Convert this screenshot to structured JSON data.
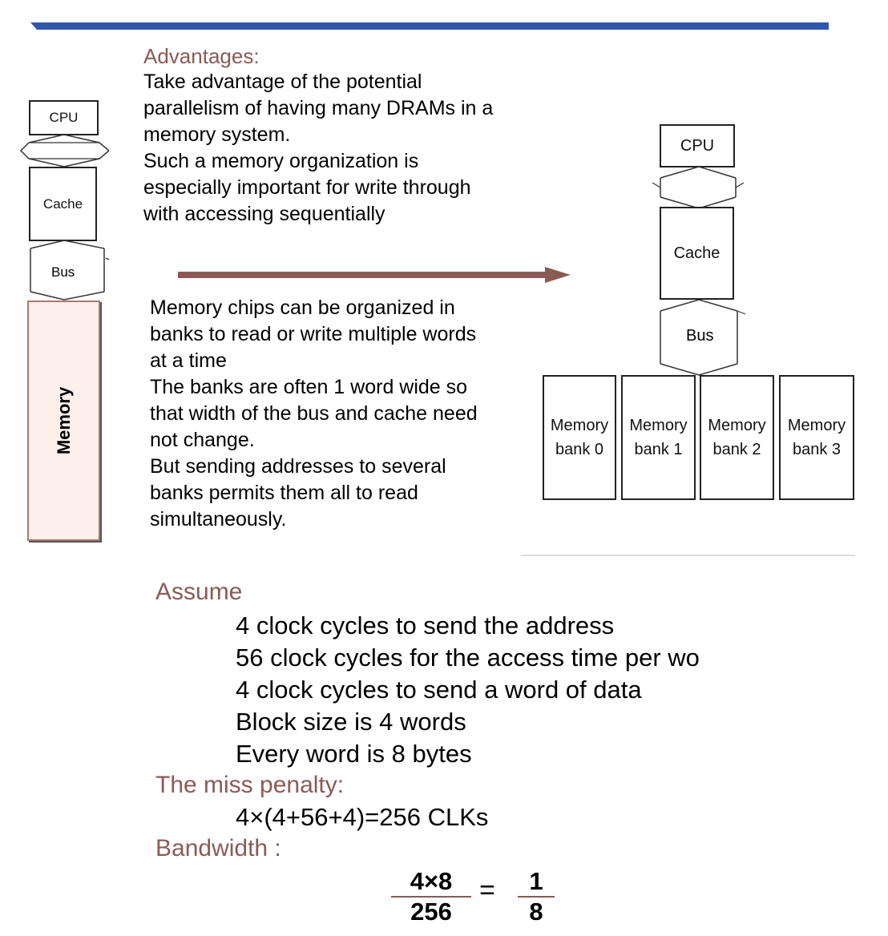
{
  "advantages": {
    "heading": "Advantages:",
    "lines": [
      "Take advantage of the potential",
      "parallelism of having many DRAMs in a",
      "memory system.",
      "Such a memory organization is",
      "especially important for write through",
      "with accessing sequentially"
    ]
  },
  "description": {
    "lines": [
      "Memory chips can be organized in",
      "banks to read or write multiple words",
      "at a time",
      "The banks are often 1 word wide so",
      "that width of the bus and cache need",
      "not change.",
      "But sending addresses to several",
      "banks permits them all to read",
      "simultaneously."
    ]
  },
  "left_diagram": {
    "cpu": "CPU",
    "cache": "Cache",
    "bus": "Bus",
    "memory": "Memory"
  },
  "right_diagram": {
    "cpu": "CPU",
    "cache": "Cache",
    "bus": "Bus",
    "banks": [
      {
        "line1": "Memory",
        "line2": "bank 0"
      },
      {
        "line1": "Memory",
        "line2": "bank 1"
      },
      {
        "line1": "Memory",
        "line2": "bank 2"
      },
      {
        "line1": "Memory",
        "line2": "bank 3"
      }
    ]
  },
  "assume": {
    "heading": "Assume",
    "items": [
      "4  clock cycles to send the address",
      "56 clock cycles for the access time per wo",
      "4 clock cycles to send a word of data",
      "Block size is 4 words",
      "Every word is 8 bytes"
    ]
  },
  "miss_penalty": {
    "heading": "The miss penalty:",
    "formula": "4×(4+56+4)=256 CLKs"
  },
  "bandwidth": {
    "heading": "Bandwidth :",
    "left_numerator": "4×8",
    "left_denominator": "256",
    "equals": "=",
    "right_numerator": "1",
    "right_denominator": "8"
  },
  "colors": {
    "top_bar": "#2f56a8",
    "heading": "#8b5a55",
    "arrow": "#8b5a55",
    "memory_fill": "#fdefea"
  }
}
